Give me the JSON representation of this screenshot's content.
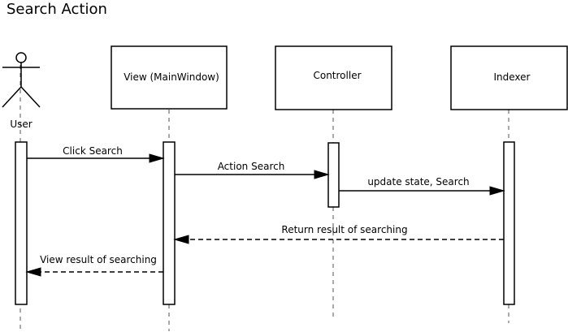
{
  "title": "Search Action",
  "actor": {
    "label": "User",
    "icon": "stick-figure-icon"
  },
  "participants": [
    {
      "id": "view",
      "label": "View (MainWindow)"
    },
    {
      "id": "controller",
      "label": "Controller"
    },
    {
      "id": "indexer",
      "label": "Indexer"
    }
  ],
  "messages": [
    {
      "from": "User",
      "to": "View (MainWindow)",
      "label": "Click Search",
      "kind": "call"
    },
    {
      "from": "View (MainWindow)",
      "to": "Controller",
      "label": "Action Search",
      "kind": "call"
    },
    {
      "from": "Controller",
      "to": "Indexer",
      "label": "update state, Search",
      "kind": "call"
    },
    {
      "from": "Indexer",
      "to": "View (MainWindow)",
      "label": "Return result of searching",
      "kind": "return"
    },
    {
      "from": "View (MainWindow)",
      "to": "User",
      "label": "View result of searching",
      "kind": "return"
    }
  ]
}
